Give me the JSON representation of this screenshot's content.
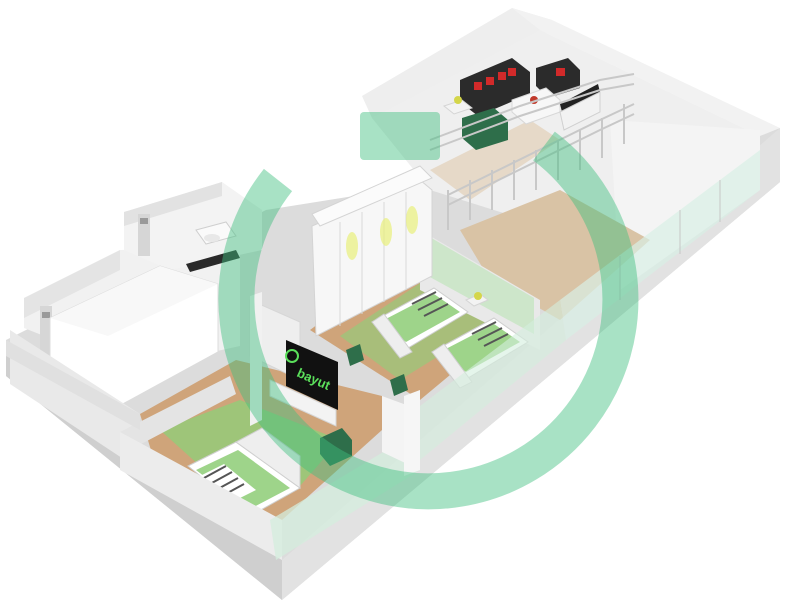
{
  "image": {
    "kind": "3d-floor-plan",
    "watermark_text": "bayut",
    "colors": {
      "background": "#ffffff",
      "wall": "#e9e9e9",
      "wall_shadow": "#cfcfcf",
      "floor_wood": "#c9a27a",
      "floor_beige": "#e6d9c8",
      "accent_green": "#7ccf6a",
      "watermark_green": "#3fbf7f",
      "sofa": "#2b2b2b",
      "cushion": "#d22a2a"
    }
  },
  "rooms": [
    {
      "id": "mezzanine-lounge",
      "furniture": [
        "sofa",
        "armchair",
        "coffee-table",
        "tv-console",
        "railing"
      ]
    },
    {
      "id": "double-height-void",
      "furniture": [
        "glass-balustrade"
      ]
    },
    {
      "id": "bedroom-twin",
      "furniture": [
        "single-bed",
        "single-bed",
        "wardrobe",
        "desk-chair"
      ]
    },
    {
      "id": "bedroom-main",
      "furniture": [
        "double-bed",
        "tv-wall",
        "armchair"
      ]
    },
    {
      "id": "bathroom-1",
      "furniture": [
        "washbasin",
        "shower"
      ]
    },
    {
      "id": "bathroom-2",
      "furniture": [
        "washbasin",
        "shower",
        "toilet"
      ]
    }
  ]
}
